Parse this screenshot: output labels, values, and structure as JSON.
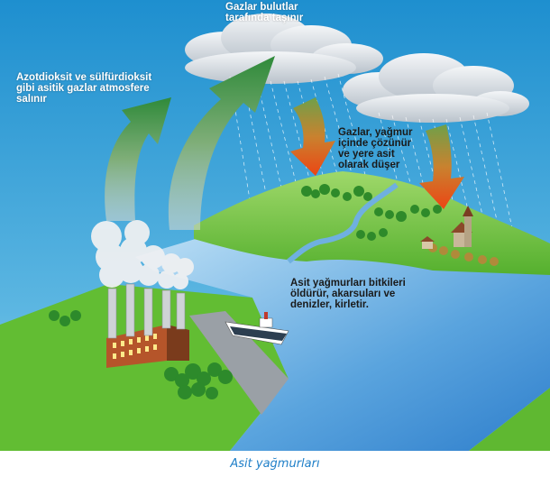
{
  "labels": {
    "clouds": "Gazlar bulutlar\ntarafında taşınır",
    "emission": "Azotdioksit ve sülfürdioksit\ngibi asitik gazlar atmosfere\nsalınır",
    "dissolve": "Gazlar, yağmur\niçinde çözünür\nve yere asit\nolarak düşer",
    "damage": "Asit yağmurları bitkileri\nöldürür, akarsuları ve\ndenizler, kirletir."
  },
  "caption": "Asit yağmurları",
  "colors": {
    "sky": "#4aa9d8",
    "grass": "#6cc23a",
    "water": "#3f8fd6",
    "cloud": "#e9edf1",
    "arrow_green": "#5a9a55",
    "arrow_red": "#e2461a",
    "caption": "#1f7fc8"
  },
  "icons": [
    "factory-icon",
    "smokestack-icon",
    "cloud-icon",
    "rain-icon",
    "tree-icon",
    "ship-icon",
    "church-icon",
    "river-icon"
  ]
}
